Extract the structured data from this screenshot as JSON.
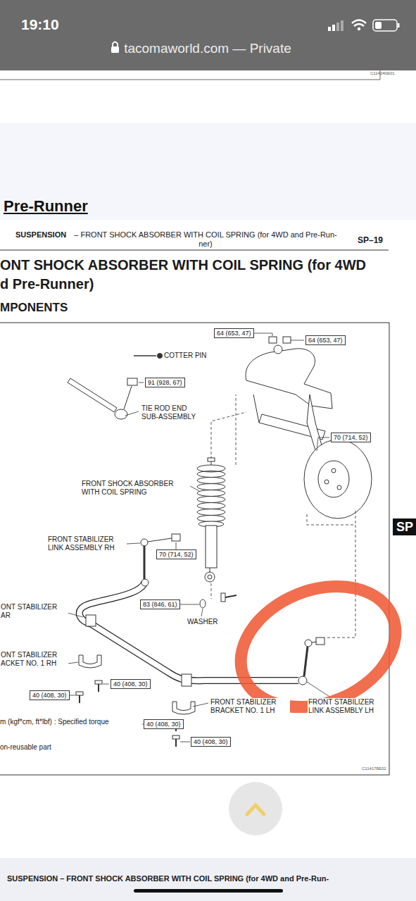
{
  "diagram": {
    "nodes": [
      {
        "text": [
          "64 (653, 47)"
        ]
      },
      {
        "text": [
          "64 (653, 47)"
        ]
      },
      {
        "text": [
          "91 (928, 67)"
        ]
      },
      {
        "text": [
          "70 (714, 52)"
        ]
      },
      {
        "text": [
          "SP"
        ]
      },
      {
        "text": [
          "70 (714, 52)"
        ]
      },
      {
        "text": [
          "83 (846, 61)"
        ]
      },
      {
        "text": [
          "40 (408, 30)"
        ]
      },
      {
        "text": [
          "40 (408, 30)"
        ]
      },
      {
        "text": [
          "40 (408, 30)"
        ]
      },
      {
        "text": [
          "40 (408, 30)"
        ]
      }
    ],
    "labels": [
      "19:10",
      "tacomaworld.com — Private",
      "C114240E01",
      "Pre-Runner",
      "SUSPENSION",
      "– FRONT SHOCK ABSORBER WITH COIL SPRING (for 4WD and Pre-Run- ner)",
      "SP–19",
      "ONT SHOCK ABSORBER WITH COIL SPRING (for 4WD",
      "d Pre-Runner)",
      "MPONENTS",
      "COTTER PIN",
      "TIE ROD END SUB-ASSEMBLY",
      "FRONT SHOCK ABSORBER WITH COIL SPRING",
      "FRONT STABILIZER LINK ASSEMBLY RH",
      "WASHER",
      "ONT STABILIZER AR",
      "ONT STABILIZER ACKET NO. 1 RH",
      "FRONT STABILIZER BRACKET NO. 1 LH",
      "FRONT STABILIZER LINK ASSEMBLY LH",
      "C114178E02",
      "SUSPENSION – FRONT SHOCK ABSORBER WITH COIL SPRING (for 4WD and Pre-Run-"
    ],
    "legend": [
      {
        "text": "m (kgf*cm, ft*lbf) : Specified torque"
      },
      {
        "text": "on-reusable part"
      }
    ]
  }
}
